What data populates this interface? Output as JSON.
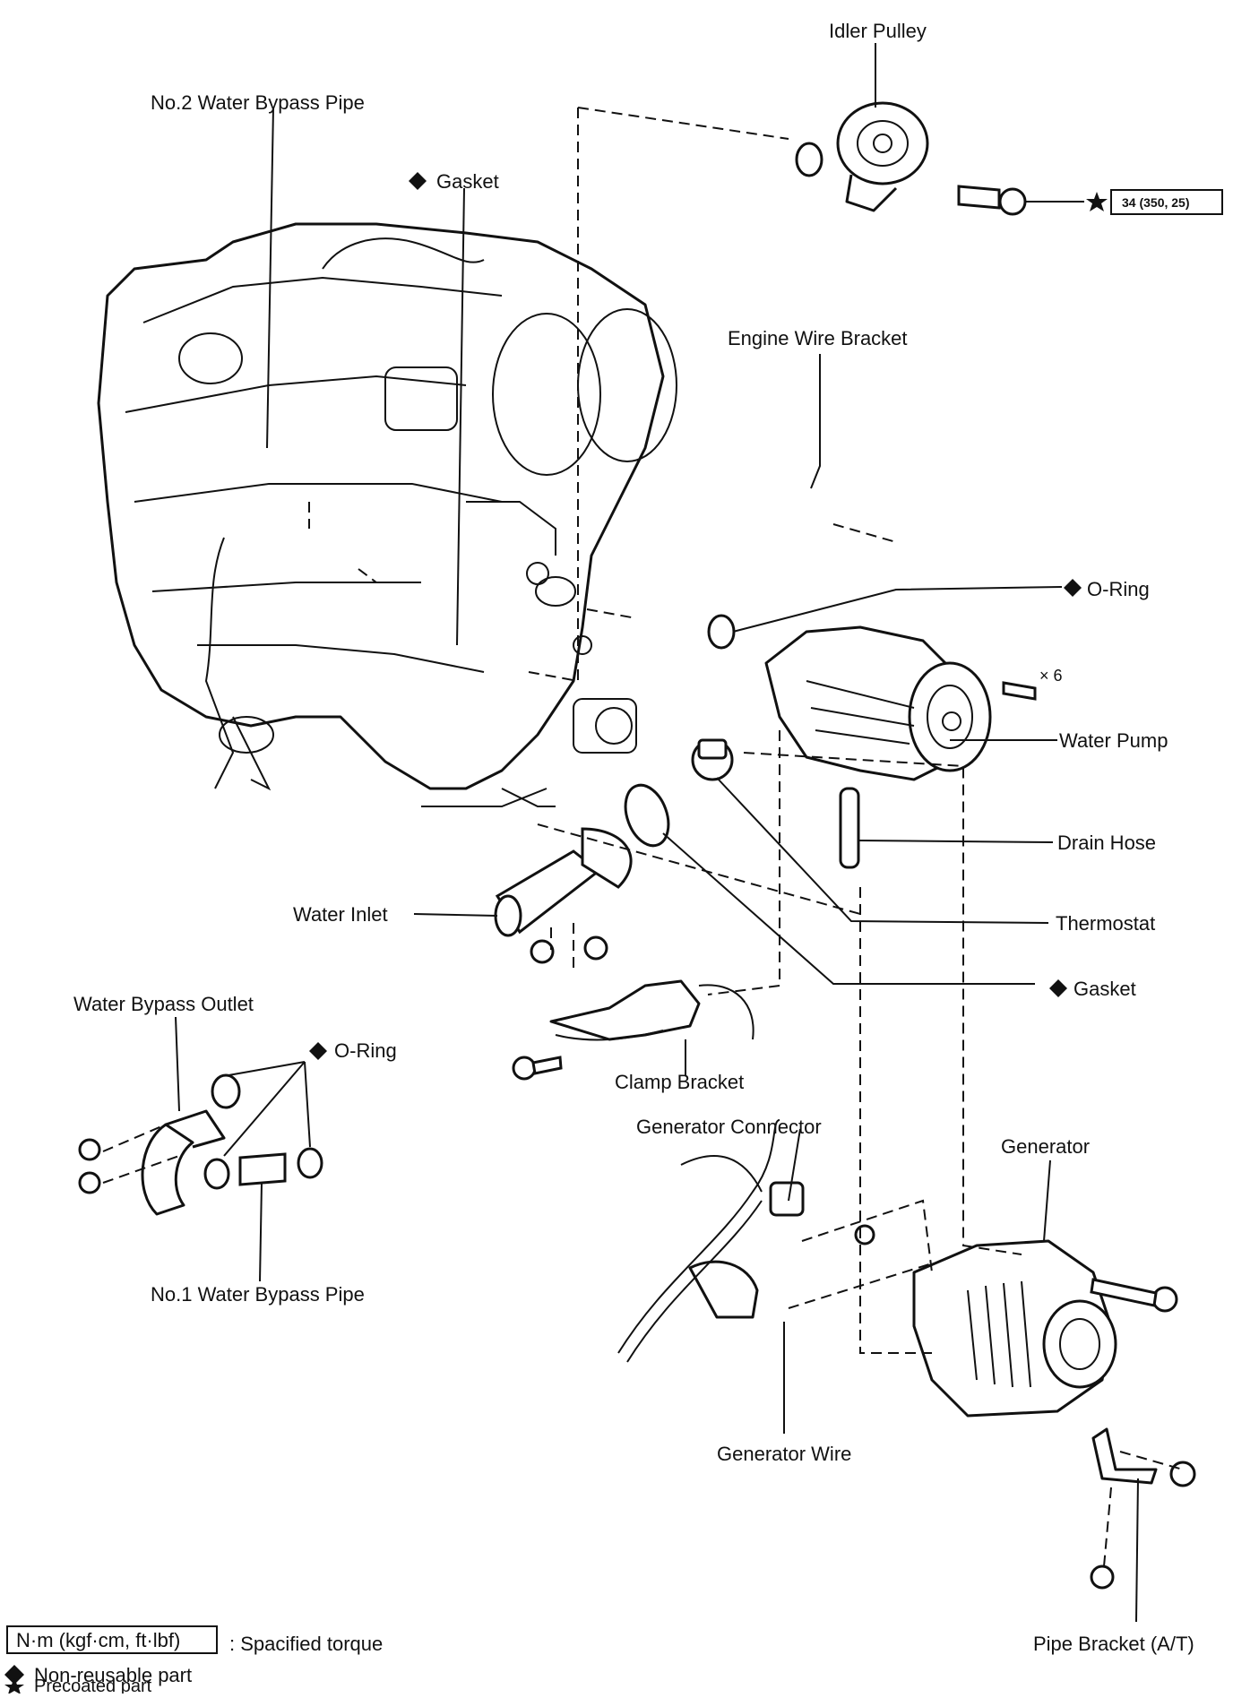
{
  "labels": {
    "idler_pulley": "Idler Pulley",
    "no2_water_bypass_pipe": "No.2 Water Bypass Pipe",
    "gasket_top": "Gasket",
    "torque_value": "34 (350, 25)",
    "engine_wire_bracket": "Engine Wire Bracket",
    "o_ring_right": "O-Ring",
    "bolt_count": "× 6",
    "water_pump": "Water Pump",
    "drain_hose": "Drain Hose",
    "water_inlet": "Water Inlet",
    "thermostat": "Thermostat",
    "gasket_right": "Gasket",
    "water_bypass_outlet": "Water Bypass Outlet",
    "o_ring_left": "O-Ring",
    "clamp_bracket": "Clamp Bracket",
    "generator_connector": "Generator Connector",
    "generator": "Generator",
    "no1_water_bypass_pipe": "No.1 Water Bypass Pipe",
    "generator_wire": "Generator Wire",
    "pipe_bracket": "Pipe Bracket (A/T)"
  },
  "legend": {
    "torque_unit": "N·m (kgf·cm, ft·lbf)",
    "torque_text": ": Spacified torque",
    "non_reusable": "Non-reusable part",
    "precoated": "Precoated part"
  },
  "symbols": {
    "non_reusable": "diamond",
    "precoated": "star"
  }
}
